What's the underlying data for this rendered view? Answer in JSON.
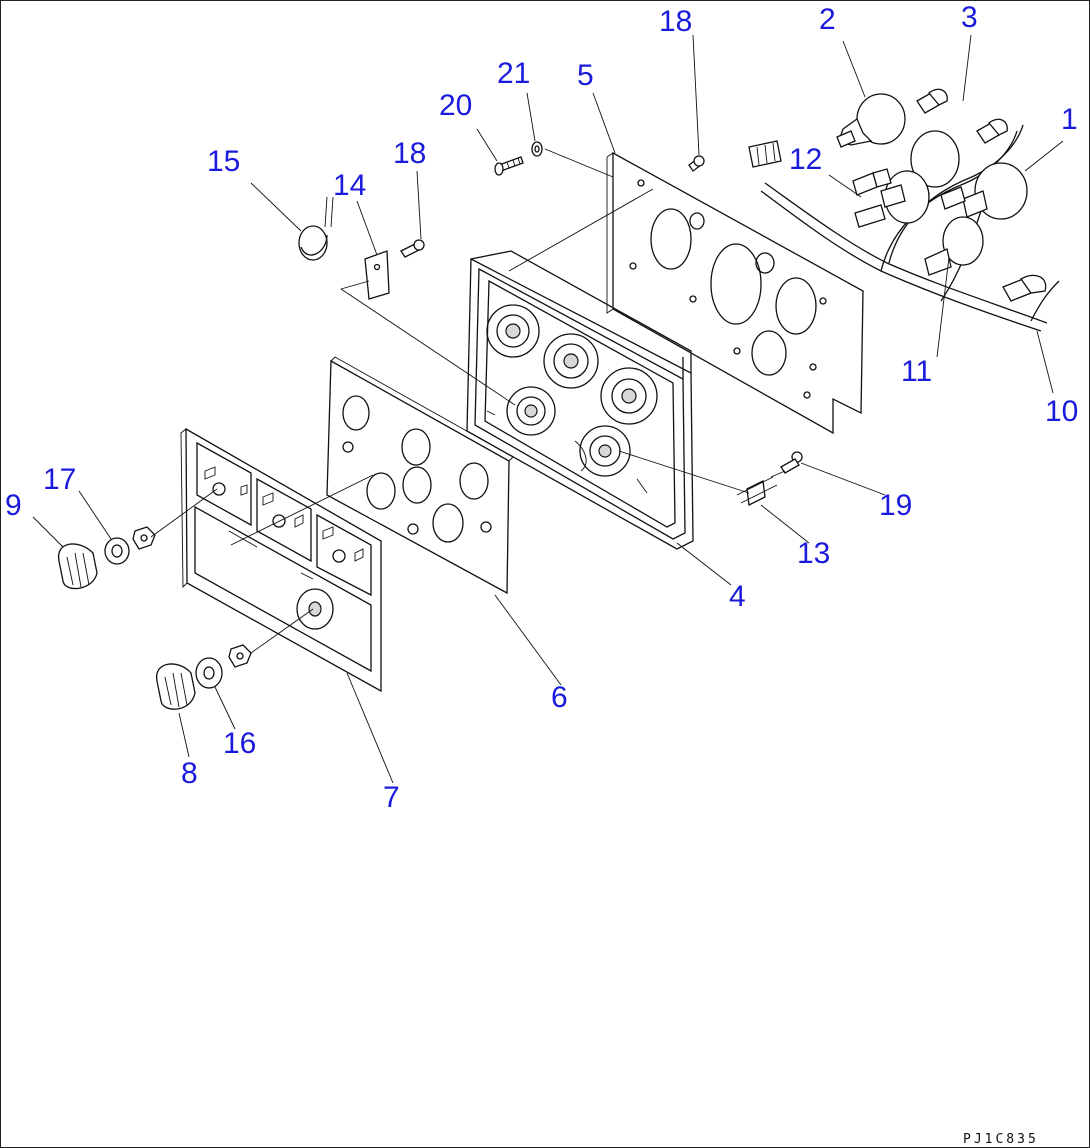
{
  "diagram": {
    "labels": [
      "1",
      "2",
      "3",
      "4",
      "5",
      "6",
      "7",
      "8",
      "9",
      "10",
      "11",
      "12",
      "13",
      "14",
      "15",
      "16",
      "17",
      "18",
      "18",
      "19",
      "20",
      "21"
    ],
    "drawing_code": "PJ1C835"
  },
  "colors": {
    "callout": "#1a1adc",
    "line": "#111111",
    "background": "#ffffff"
  }
}
